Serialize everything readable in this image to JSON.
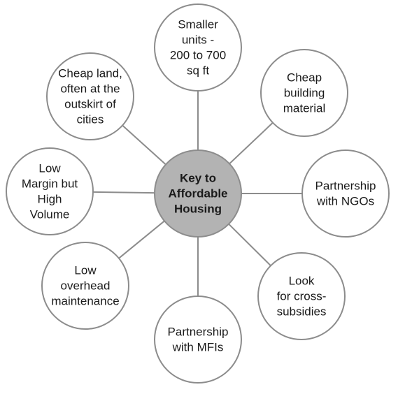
{
  "diagram": {
    "center": {
      "lines": [
        "Key to",
        "Affordable",
        "Housing"
      ]
    },
    "nodes": [
      {
        "id": "smaller-units",
        "lines": [
          "Smaller",
          "units -",
          "200 to 700",
          "sq ft"
        ]
      },
      {
        "id": "cheap-building-material",
        "lines": [
          "Cheap",
          "building",
          "material"
        ]
      },
      {
        "id": "partnership-ngos",
        "lines": [
          "Partnership",
          "with NGOs"
        ]
      },
      {
        "id": "cross-subsidies",
        "lines": [
          "Look",
          "for cross-",
          "subsidies"
        ]
      },
      {
        "id": "partnership-mfis",
        "lines": [
          "Partnership",
          "with MFIs"
        ]
      },
      {
        "id": "low-overhead",
        "lines": [
          "Low",
          "overhead",
          "maintenance"
        ]
      },
      {
        "id": "low-margin",
        "lines": [
          "Low",
          "Margin but",
          "High",
          "Volume"
        ]
      },
      {
        "id": "cheap-land",
        "lines": [
          "Cheap land,",
          "often at the",
          "outskirt of",
          "cities"
        ]
      }
    ],
    "colors": {
      "hub_fill": "#b3b3b3",
      "stroke": "#8c8c8c",
      "node_fill": "#ffffff",
      "text": "#1a1a1a"
    }
  }
}
